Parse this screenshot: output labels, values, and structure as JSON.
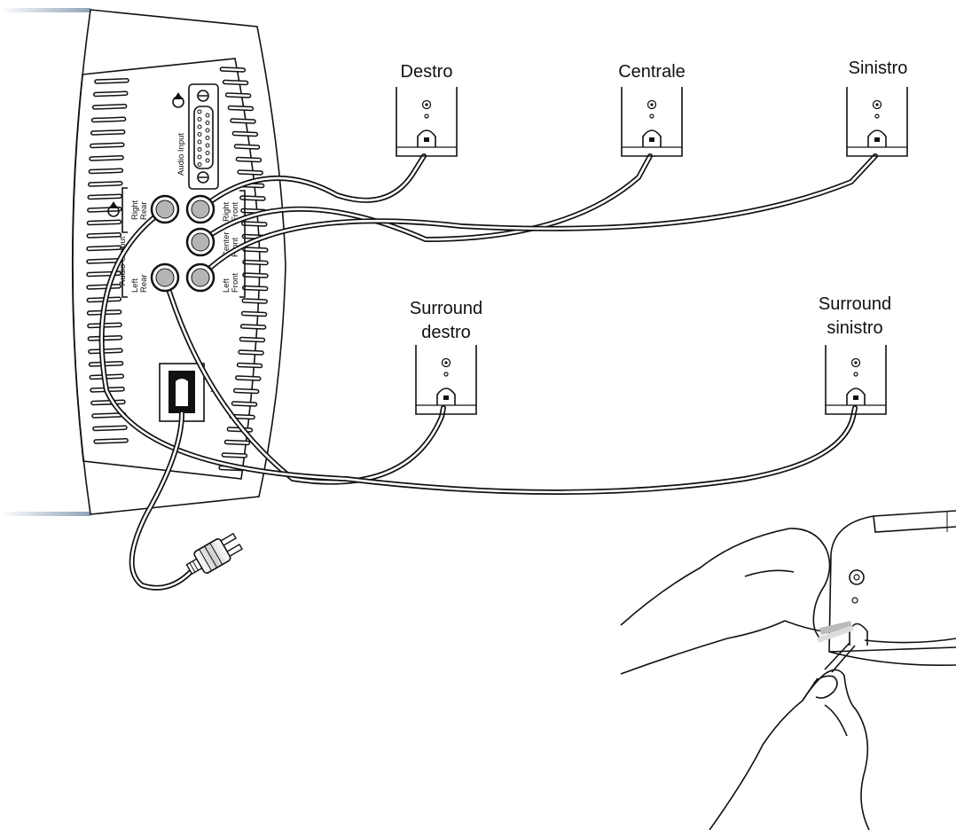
{
  "speakers": {
    "right_front": "Destro",
    "center": "Centrale",
    "left_front": "Sinistro",
    "right_surround": [
      "Surround",
      "destro"
    ],
    "left_surround": [
      "Surround",
      "sinistro"
    ]
  },
  "panel": {
    "audio_input": "Audio Input",
    "audio_output": "Audio Output",
    "right_rear": [
      "Right",
      "Rear"
    ],
    "left_rear": [
      "Left",
      "Rear"
    ],
    "right_front": [
      "Right",
      "Front"
    ],
    "center_front": [
      "Center",
      "Front"
    ],
    "left_front": [
      "Left",
      "Front"
    ],
    "ac_symbol": "~"
  },
  "colors": {
    "line": "#111111",
    "jack_fill": "#b5b5b5",
    "panel_edge": "#8fa3b8"
  },
  "icons": [
    "arrow-up-circle-icon",
    "power-plug-icon"
  ]
}
